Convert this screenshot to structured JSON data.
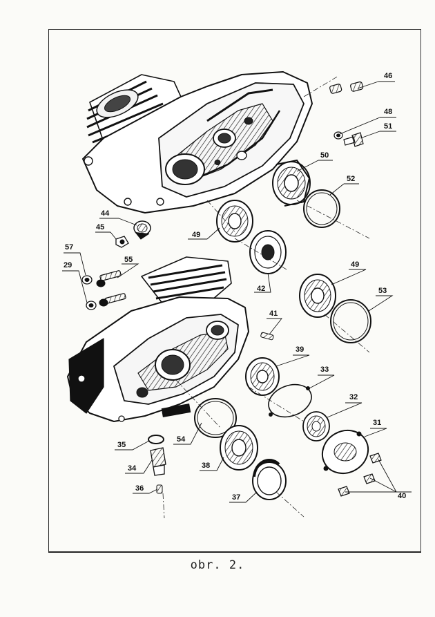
{
  "caption": "obr. 2.",
  "callouts": [
    {
      "id": "46",
      "label": "46"
    },
    {
      "id": "48",
      "label": "48"
    },
    {
      "id": "51",
      "label": "51"
    },
    {
      "id": "50",
      "label": "50"
    },
    {
      "id": "52",
      "label": "52"
    },
    {
      "id": "44",
      "label": "44"
    },
    {
      "id": "45",
      "label": "45"
    },
    {
      "id": "49a",
      "label": "49"
    },
    {
      "id": "57",
      "label": "57"
    },
    {
      "id": "55",
      "label": "55"
    },
    {
      "id": "29",
      "label": "29"
    },
    {
      "id": "42",
      "label": "42"
    },
    {
      "id": "49b",
      "label": "49"
    },
    {
      "id": "53",
      "label": "53"
    },
    {
      "id": "41",
      "label": "41"
    },
    {
      "id": "39",
      "label": "39"
    },
    {
      "id": "33",
      "label": "33"
    },
    {
      "id": "32",
      "label": "32"
    },
    {
      "id": "31",
      "label": "31"
    },
    {
      "id": "35",
      "label": "35"
    },
    {
      "id": "54",
      "label": "54"
    },
    {
      "id": "34",
      "label": "34"
    },
    {
      "id": "38",
      "label": "38"
    },
    {
      "id": "36",
      "label": "36"
    },
    {
      "id": "37",
      "label": "37"
    },
    {
      "id": "40",
      "label": "40"
    }
  ]
}
